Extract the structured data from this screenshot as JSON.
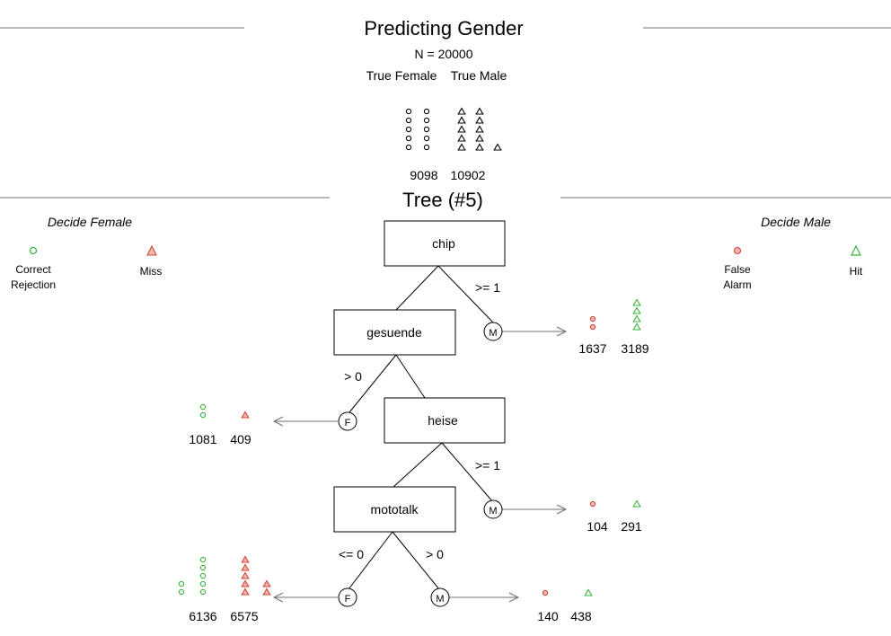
{
  "title": "Predicting Gender",
  "n_label": "N = 20000",
  "true_female_label": "True Female",
  "true_male_label": "True Male",
  "true_female_count": "9098",
  "true_male_count": "10902",
  "true_female_icons": 10,
  "true_male_icons": 11,
  "tree_label": "Tree (#5)",
  "legend": {
    "decide_female": "Decide Female",
    "decide_male": "Decide Male",
    "correct_rejection_line1": "Correct",
    "correct_rejection_line2": "Rejection",
    "miss": "Miss",
    "false_alarm_line1": "False",
    "false_alarm_line2": "Alarm",
    "hit": "Hit"
  },
  "nodes": {
    "chip": "chip",
    "gesuende": "gesuende",
    "heise": "heise",
    "mototalk": "mototalk"
  },
  "edges": {
    "chip_exit": ">= 1",
    "gesuende_exit": "> 0",
    "heise_exit": ">= 1",
    "mototalk_left": "<= 0",
    "mototalk_right": "> 0"
  },
  "exit_labels": {
    "male": "M",
    "female": "F"
  },
  "exits": {
    "chip_m": {
      "left_count": "1637",
      "right_count": "3189",
      "left_icons": 2,
      "right_icons": 4
    },
    "gesuende_f": {
      "left_count": "1081",
      "right_count": "409",
      "left_icons": 2,
      "right_icons": 1
    },
    "heise_m": {
      "left_count": "104",
      "right_count": "291",
      "left_icons": 1,
      "right_icons": 1
    },
    "mototalk_f": {
      "left_count": "6136",
      "right_count": "6575",
      "left_icons": 7,
      "right_icons": 7
    },
    "mototalk_m": {
      "left_count": "140",
      "right_count": "438",
      "left_icons": 1,
      "right_icons": 1
    }
  },
  "colors": {
    "correct_green": "#3cb43c",
    "error_red": "#d0463c",
    "error_fill": "#f3b8b0",
    "line_gray": "#707070",
    "black": "#000000"
  }
}
